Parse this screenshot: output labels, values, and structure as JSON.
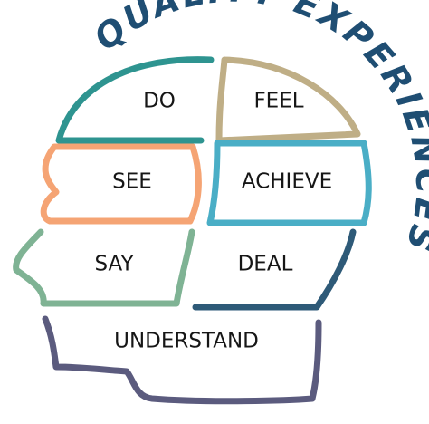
{
  "title": "QUALITY EXPERIENCES",
  "sections": {
    "do": "DO",
    "feel": "FEEL",
    "see": "SEE",
    "achieve": "ACHIEVE",
    "say": "SAY",
    "deal": "DEAL",
    "understand": "UNDERSTAND"
  },
  "colors": {
    "title": "#1f4e73",
    "do": "#2e9490",
    "feel": "#bfae86",
    "see": "#f5a474",
    "achieve": "#4aaec6",
    "say": "#7fb394",
    "deal": "#2e5a78",
    "understand": "#5b5b7e"
  }
}
